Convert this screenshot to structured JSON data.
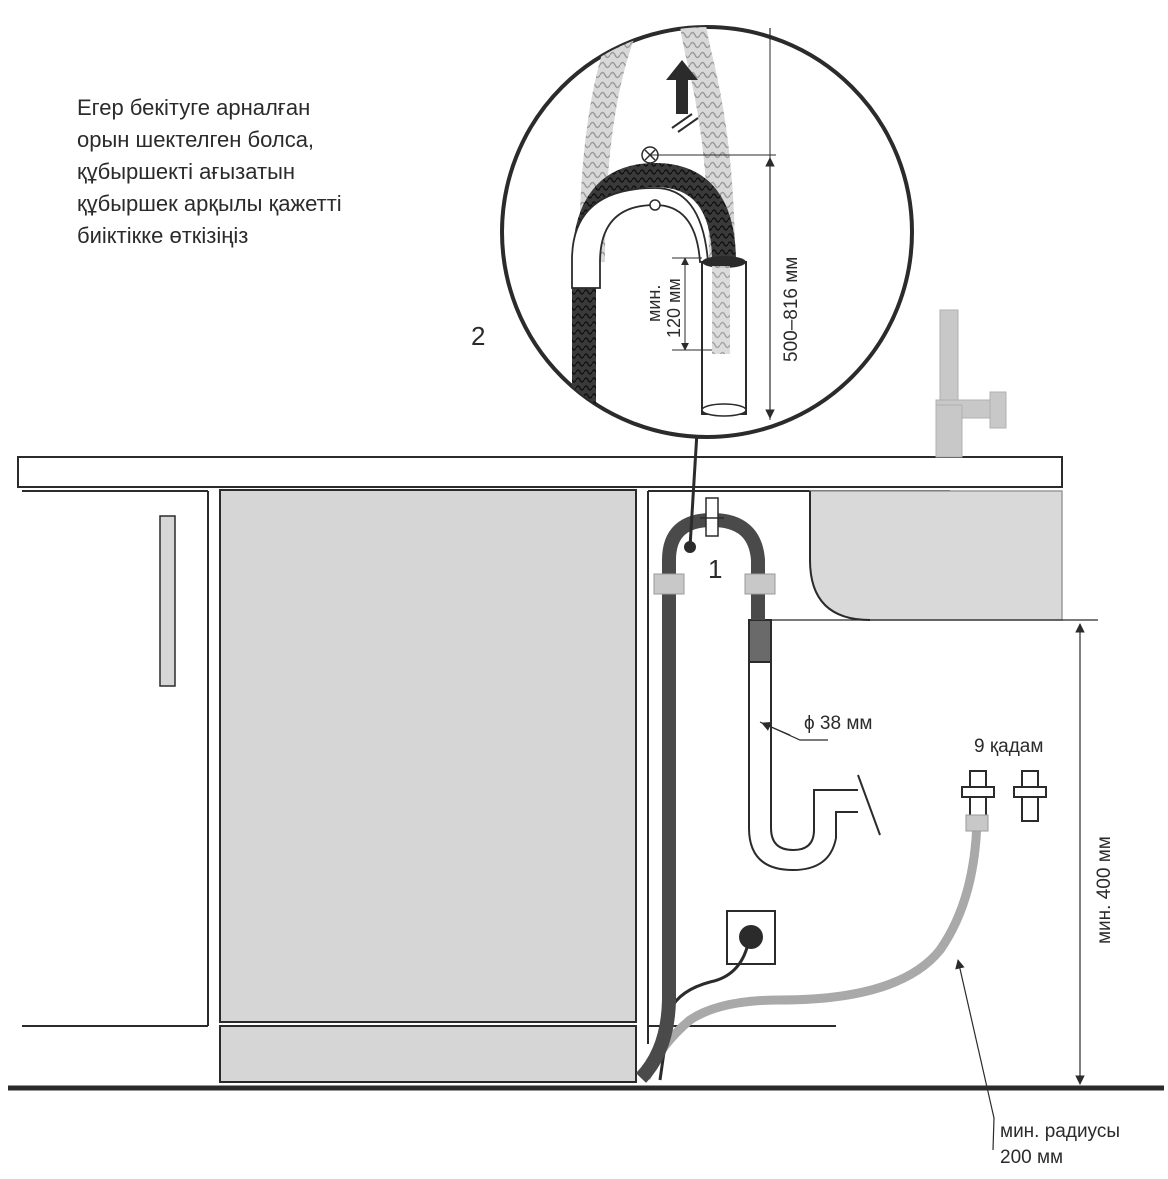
{
  "note": {
    "lines": [
      "Егер бекітуге арналған",
      "орын шектелген болса,",
      "құбыршекті ағызатын",
      "құбыршек арқылы қажетті",
      "биіктікке өткізіңіз"
    ]
  },
  "callouts": {
    "detail": "2",
    "hook": "1"
  },
  "dimensions": {
    "height_range": "500–816 мм",
    "min_inner_line1": "мин.",
    "min_inner_line2": "120 мм",
    "pipe_diameter": "ϕ 38 мм",
    "min_height": "мин. 400 мм",
    "inlet_thread": "9 қадам",
    "bend_radius_line1": "мин. радиусы",
    "bend_radius_line2": "200 мм"
  },
  "colors": {
    "outline": "#2b2b2b",
    "cabinet": "#d6d6d6",
    "sink": "#d9d9d9",
    "faucet": "#c8c8c8",
    "drain_hose": "#4a4a4a",
    "inlet_hose": "#a9a9a9"
  }
}
